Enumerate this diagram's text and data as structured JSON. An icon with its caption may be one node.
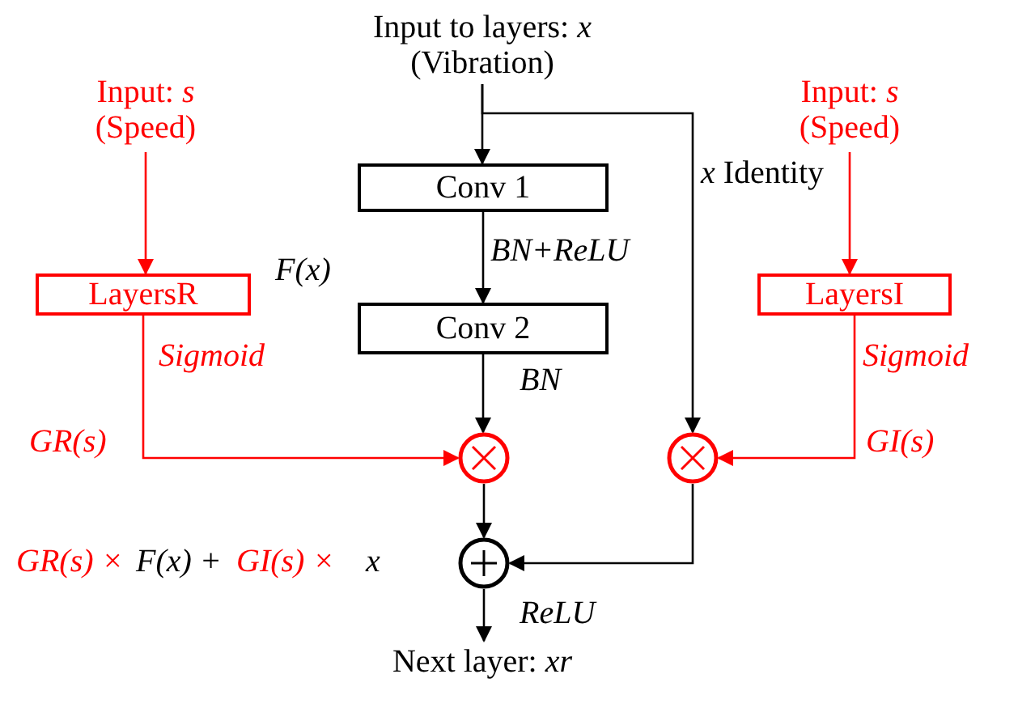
{
  "diagram": {
    "nodes": [
      {
        "text": [
          "Input to layers: *x* (Vibration)"
        ]
      },
      {
        "text": [
          "Input: *s* (Speed)"
        ]
      },
      {
        "text": [
          "Conv 1"
        ]
      },
      {
        "text": [
          "Conv 2"
        ]
      },
      {
        "text": [
          "LayersR"
        ]
      },
      {
        "text": [
          "Input: *s* (Speed)"
        ]
      },
      {
        "text": [
          "LayersI"
        ]
      },
      {
        "text": [],
        "shape": "circle"
      },
      {
        "text": [],
        "shape": "circle"
      },
      {
        "text": [],
        "shape": "circle"
      },
      {
        "text": [
          "Next layer: *xr*"
        ]
      }
    ],
    "edges": [
      {
        "from": 0,
        "to": 2,
        "arrow": "to"
      },
      {
        "from": 0,
        "to": 8,
        "arrow": "to",
        "label": "*x* Identity"
      },
      {
        "from": 2,
        "to": 3,
        "arrow": "to",
        "label": "BN+ReLU"
      },
      {
        "from": 3,
        "to": 7,
        "arrow": "to",
        "label": "BN"
      },
      {
        "from": 1,
        "to": 4,
        "arrow": "to",
        "color": "#ff0000"
      },
      {
        "from": 4,
        "to": 7,
        "arrow": "to",
        "label": "Sigmoid",
        "color": "#ff0000"
      },
      {
        "from": 5,
        "to": 6,
        "arrow": "to",
        "color": "#ff0000"
      },
      {
        "from": 6,
        "to": 8,
        "arrow": "to",
        "label": "Sigmoid",
        "color": "#ff0000"
      },
      {
        "from": 7,
        "to": 9,
        "arrow": "to"
      },
      {
        "from": 8,
        "to": 9,
        "arrow": "to"
      },
      {
        "from": 9,
        "to": 10,
        "arrow": "to",
        "label": "ReLU"
      }
    ],
    "labels": [
      "F(x)",
      "GR(s)",
      "GI(s)",
      "GR(s) ×",
      "F(x) +",
      "GI(s) ×",
      "x"
    ]
  }
}
